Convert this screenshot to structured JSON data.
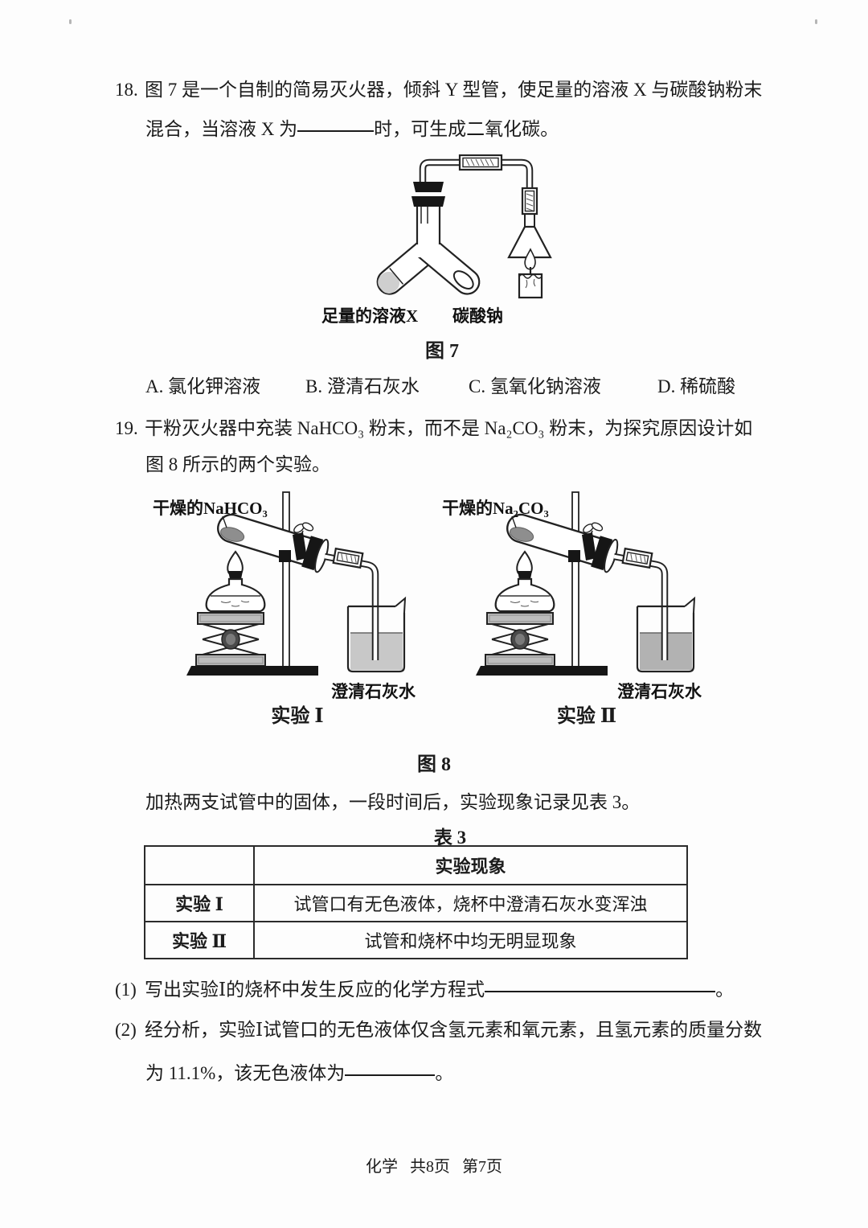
{
  "q18": {
    "num": "18.",
    "line1": "图 7 是一个自制的简易灭火器，倾斜 Y 型管，使足量的溶液 X 与碳酸钠粉末",
    "line2_pre": "混合，当溶液 X 为",
    "line2_post": "时，可生成二氧化碳。",
    "fig7": {
      "solution_label": "足量的溶液X",
      "powder_label": "碳酸钠",
      "caption": "图 7"
    },
    "options": [
      {
        "key": "A.",
        "label": "氯化钾溶液"
      },
      {
        "key": "B.",
        "label": "澄清石灰水"
      },
      {
        "key": "C.",
        "label": "氢氧化钠溶液"
      },
      {
        "key": "D.",
        "label": "稀硫酸"
      }
    ]
  },
  "q19": {
    "num": "19.",
    "line1": "干粉灭火器中充装 NaHCO₃ 粉末，而不是 Na₂CO₃ 粉末，为探究原因设计如",
    "line2": "图 8 所示的两个实验。",
    "fig8": {
      "caption": "图 8",
      "left": {
        "tube_label": "干燥的NaHCO₃",
        "beaker_label": "澄清石灰水",
        "caption": "实验 Ⅰ"
      },
      "right": {
        "tube_label": "干燥的Na₂CO₃",
        "beaker_label": "澄清石灰水",
        "caption": "实验 Ⅱ"
      }
    },
    "note": "加热两支试管中的固体，一段时间后，实验现象记录见表 3。",
    "table": {
      "caption": "表 3",
      "header": "实验现象",
      "rows": [
        {
          "label": "实验 Ⅰ",
          "text": "试管口有无色液体，烧杯中澄清石灰水变浑浊"
        },
        {
          "label": "实验 Ⅱ",
          "text": "试管和烧杯中均无明显现象"
        }
      ]
    },
    "sub1": {
      "num": "(1)",
      "pre": "写出实验Ⅰ的烧杯中发生反应的化学方程式",
      "post": "。"
    },
    "sub2": {
      "num": "(2)",
      "line1": "经分析，实验Ⅰ试管口的无色液体仅含氢元素和氧元素，且氢元素的质量分数",
      "line2_pre": "为 11.1%，该无色液体为",
      "line2_post": "。"
    }
  },
  "footer": "化学   共8页   第7页"
}
